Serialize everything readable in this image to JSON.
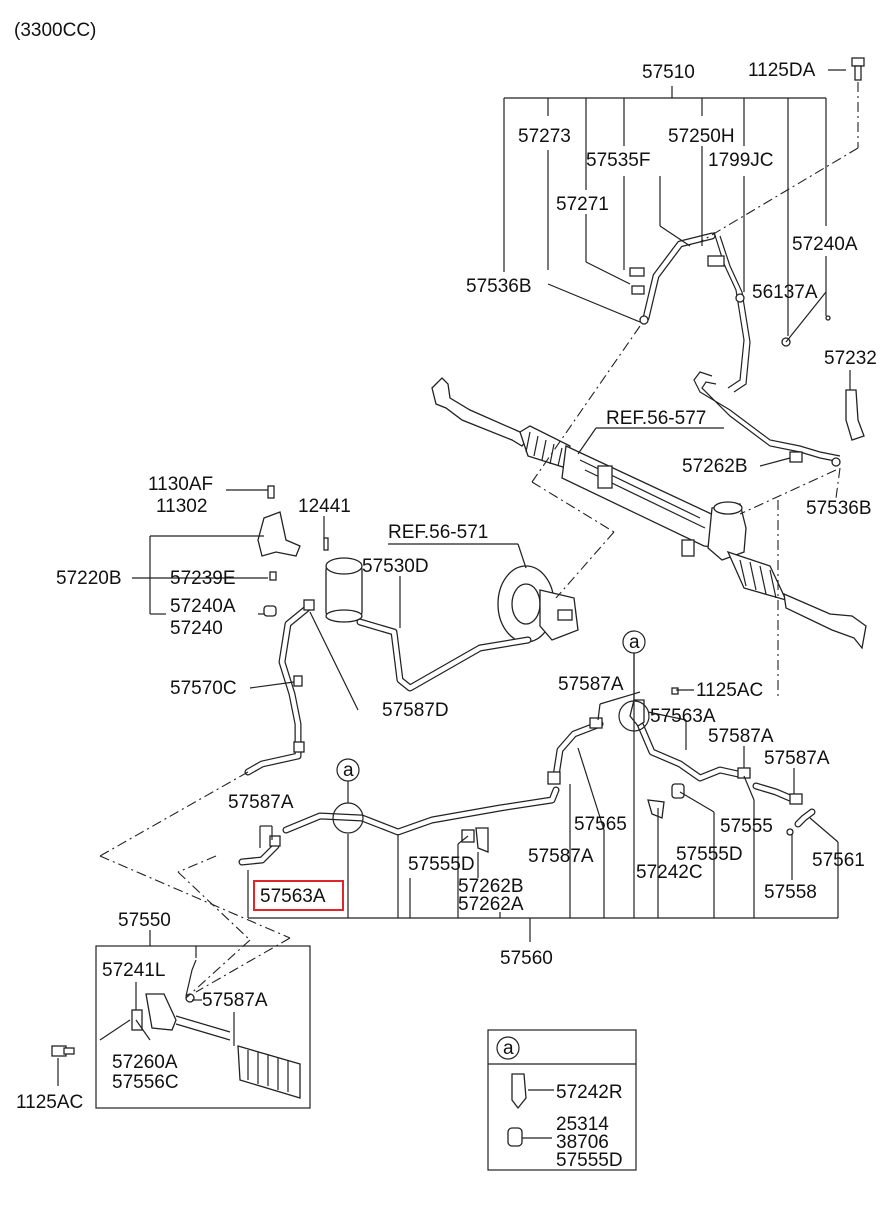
{
  "header": {
    "engine": "(3300CC)"
  },
  "labels": {
    "p57510": "57510",
    "p1125DA": "1125DA",
    "p57273": "57273",
    "p57250H": "57250H",
    "p57535F": "57535F",
    "p1799JC": "1799JC",
    "p57271": "57271",
    "p57240A": "57240A",
    "p57536B_top": "57536B",
    "p56137A": "56137A",
    "p57232": "57232",
    "ref56577": "REF.56-577",
    "p57262B_top": "57262B",
    "p57536B_right": "57536B",
    "p1130AF": "1130AF",
    "p11302": "11302",
    "p12441": "12441",
    "ref56571": "REF.56-571",
    "p57530D": "57530D",
    "p57220B": "57220B",
    "p57239E": "57239E",
    "p57240A_left": "57240A",
    "p57240": "57240",
    "p57570C": "57570C",
    "p57587D": "57587D",
    "p57587A_mid": "57587A",
    "p1125AC_mid": "1125AC",
    "p57563A_mid": "57563A",
    "p57587A_r1": "57587A",
    "p57587A_r2": "57587A",
    "p57587A_left": "57587A",
    "p57565": "57565",
    "p57555": "57555",
    "p57555D_mid": "57555D",
    "p57555D_right": "57555D",
    "p57561": "57561",
    "p57587A_low": "57587A",
    "p57563A_hl": "57563A",
    "p57262B_low": "57262B",
    "p57262A": "57262A",
    "p57242C": "57242C",
    "p57558": "57558",
    "p57560": "57560",
    "p57550": "57550",
    "p57241L": "57241L",
    "p57587A_box": "57587A",
    "p57260A": "57260A",
    "p57556C": "57556C",
    "p1125AC_low": "1125AC"
  },
  "callouts": {
    "a1": "a",
    "a2": "a",
    "a3": "a"
  },
  "detail_box": {
    "p57242R": "57242R",
    "p25314": "25314",
    "p38706": "38706",
    "p57555D": "57555D"
  },
  "highlight": {
    "part": "57563A",
    "color": "#e0262b"
  }
}
